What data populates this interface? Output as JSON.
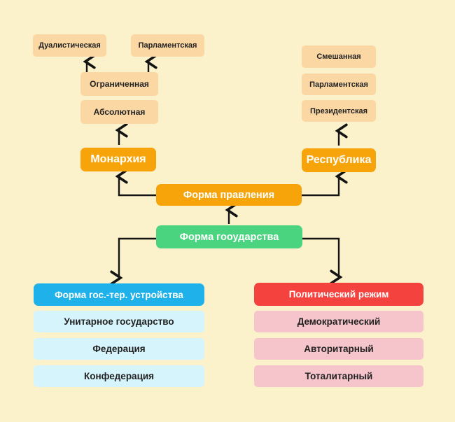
{
  "diagram": {
    "type": "flowchart",
    "language": "ru",
    "nodes": {
      "dualistic": "Дуалистическая",
      "parliamentary_monarchy": "Парламентская",
      "limited": "Ограниченная",
      "absolute": "Абсолютная",
      "mixed": "Смешанная",
      "parliamentary_republic": "Парламентская",
      "presidential": "Президентская",
      "monarchy": "Монархия",
      "republic": "Республика",
      "form_of_government": "Форма правления",
      "form_of_state": "Форма гооударства",
      "territorial_structure_header": "Форма гос.-тер. устройства",
      "unitary_state": "Унитарное государство",
      "federation": "Федерация",
      "confederation": "Конфедерация",
      "political_regime_header": "Политический режим",
      "democratic": "Демократический",
      "authoritarian": "Авторитарный",
      "totalitarian": "Тоталитарный"
    },
    "edges": [
      {
        "from": "form_of_state",
        "to": "form_of_government"
      },
      {
        "from": "form_of_government",
        "to": "monarchy"
      },
      {
        "from": "form_of_government",
        "to": "republic"
      },
      {
        "from": "monarchy",
        "to": "absolute"
      },
      {
        "from": "limited",
        "to": "dualistic"
      },
      {
        "from": "limited",
        "to": "parliamentary_monarchy"
      },
      {
        "from": "republic",
        "to": "presidential"
      },
      {
        "from": "form_of_state",
        "to": "territorial_structure_header"
      },
      {
        "from": "form_of_state",
        "to": "political_regime_header"
      }
    ],
    "colors": {
      "background": "#FBF2CB",
      "peach_box": "#FAD7A3",
      "orange_box": "#F6A40A",
      "green_box": "#4BD47F",
      "blue_header": "#1FB1E9",
      "light_blue_row": "#D6F4FC",
      "red_header": "#F4433E",
      "pink_row": "#F6C4CB",
      "arrow": "#141414",
      "dark_text": "#222222",
      "light_text": "#FFFFFF"
    }
  }
}
